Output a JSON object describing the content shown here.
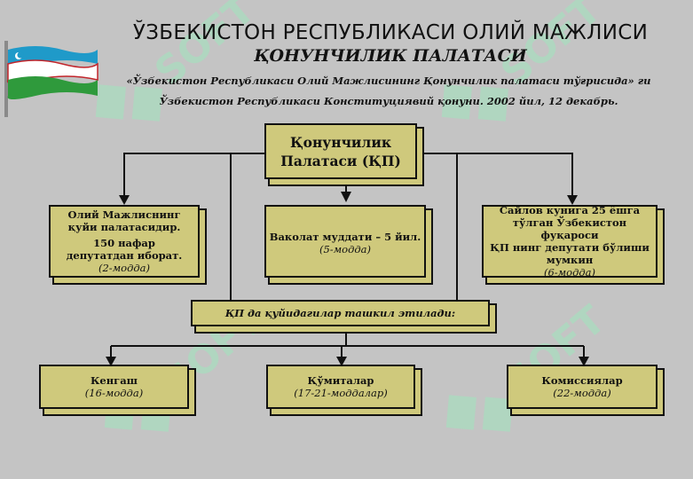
{
  "header": {
    "line1": "ЎЗБЕКИСТОН РЕСПУБЛИКАСИ ОЛИЙ МАЖЛИСИ",
    "line2": "ҚОНУНЧИЛИК ПАЛАТАСИ",
    "sub1": "«Ўзбекистон Республикаси Олий Мажлисининг Қонунчилик палатаси тўғрисида» ги",
    "sub2": "Ўзбекистон Республикаси Конституциявий қонуни. 2002 йил, 12 декабрь."
  },
  "watermark": "SOFT",
  "nodes": {
    "main": {
      "line1": "Қонунчилик",
      "line2": "Палатаси (ҚП)"
    },
    "left": {
      "line1": "Олий Мажлиснинг",
      "line2": "қуйи палатасидир.",
      "line3": "150 нафар",
      "line4": "депутатдан иборат.",
      "ref": "(2-модда)"
    },
    "middle": {
      "line1": "Ваколат муддати – 5 йил.",
      "ref": "(5-модда)"
    },
    "right": {
      "line1": "Сайлов кунига 25 ёшга",
      "line2": "тўлган Ўзбекистон фуқароси",
      "line3": "ҚП нинг депутати бўлиши",
      "line4": "мумкин",
      "ref": "(6-модда)"
    },
    "org": {
      "label": "ҚП да қуйидагилар ташкил этилади:"
    },
    "b1": {
      "label": "Кенгаш",
      "ref": "(16-модда)"
    },
    "b2": {
      "label": "Қўмиталар",
      "ref": "(17-21-моддалар)"
    },
    "b3": {
      "label": "Комиссиялар",
      "ref": "(22-модда)"
    }
  },
  "colors": {
    "background": "#c4c4c4",
    "box_fill": "#cfc97c",
    "outline": "#111111",
    "watermark": "#a9dcbf",
    "flag_blue": "#1f9ac9",
    "flag_green": "#2f9a3c",
    "flag_red": "#c2252b"
  },
  "icons": {
    "flag": "uzbekistan-flag-icon"
  }
}
